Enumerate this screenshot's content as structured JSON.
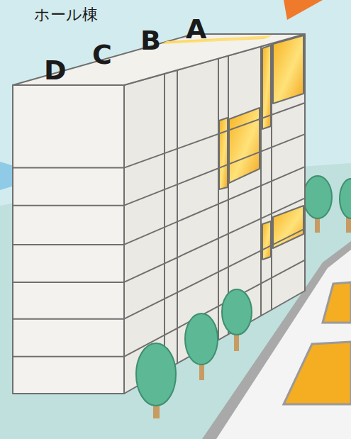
{
  "diagram": {
    "labels": [
      "ホール棟",
      "A",
      "B",
      "C",
      "D"
    ]
  }
}
